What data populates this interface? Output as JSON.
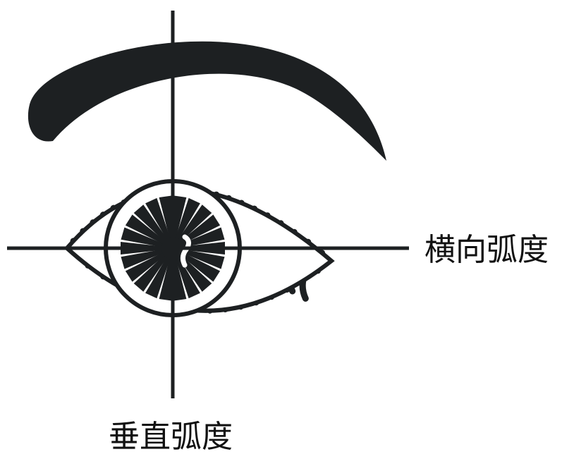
{
  "labels": {
    "horizontal": "横向弧度",
    "vertical": "垂直弧度"
  },
  "colors": {
    "ink": "#1d2022",
    "background": "#ffffff"
  },
  "icons": [
    "eyebrow",
    "eyelashes",
    "eye-outline",
    "iris",
    "pupil-starburst",
    "crosshair"
  ]
}
